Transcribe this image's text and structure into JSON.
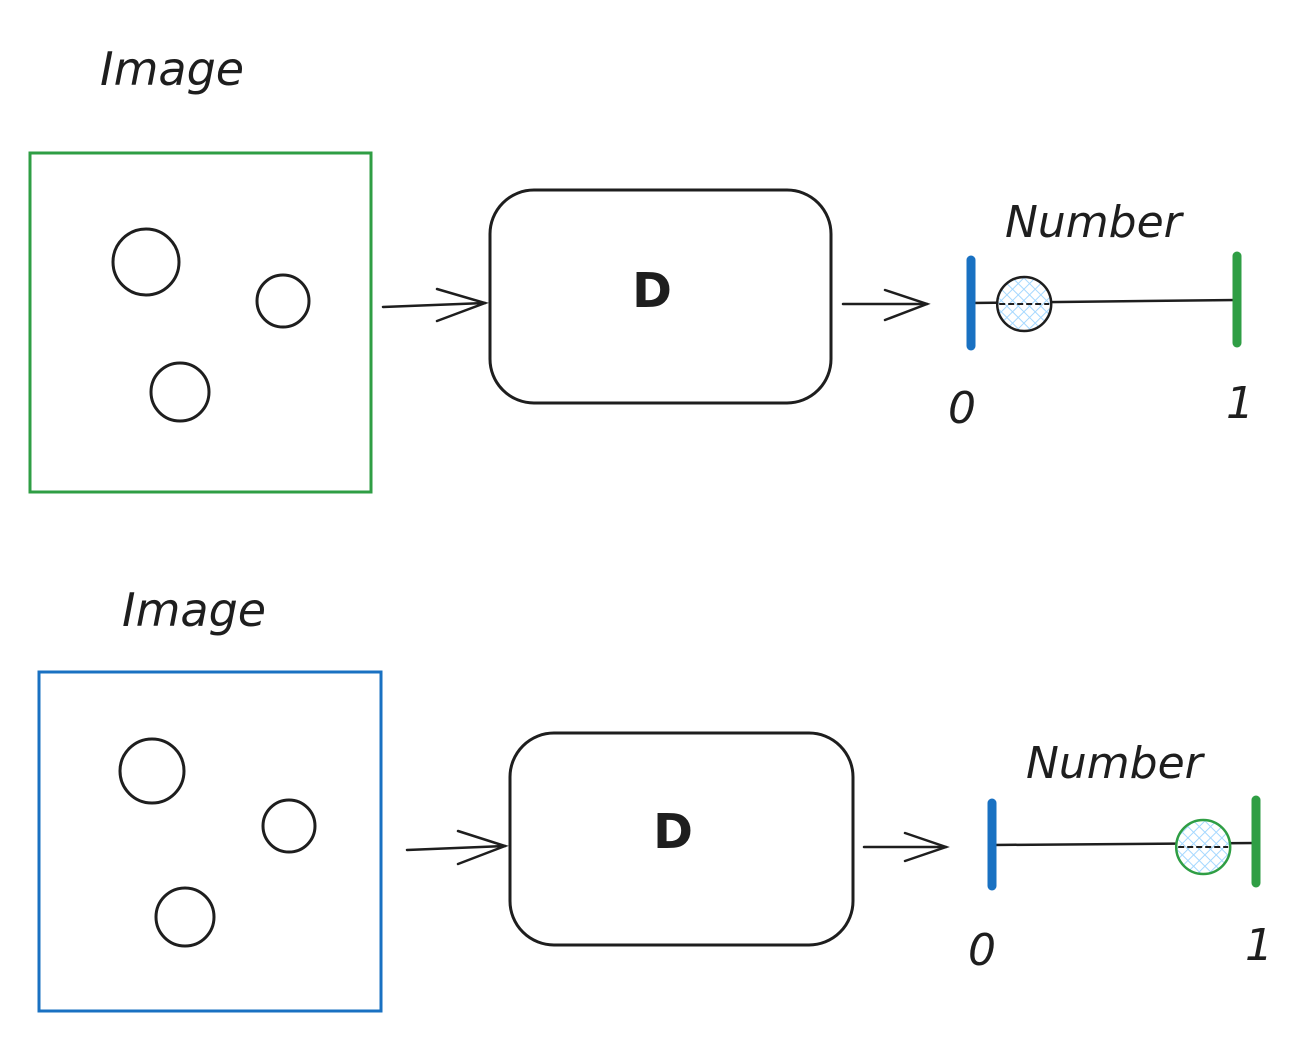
{
  "diagrams": [
    {
      "image_label": "Image",
      "image_frame_color": "#2f9e44",
      "model_label": "D",
      "output_label": "Number",
      "scale_min_label": "0",
      "scale_max_label": "1",
      "scale_min_color": "#1971c2",
      "scale_max_color": "#2f9e44",
      "marker_value": 0.2,
      "marker_outline_color": "#1e1e1e"
    },
    {
      "image_label": "Image",
      "image_frame_color": "#1971c2",
      "model_label": "D",
      "output_label": "Number",
      "scale_min_label": "0",
      "scale_max_label": "1",
      "scale_min_color": "#1971c2",
      "scale_max_color": "#2f9e44",
      "marker_value": 0.8,
      "marker_outline_color": "#2f9e44"
    }
  ],
  "colors": {
    "ink": "#1e1e1e",
    "marker_fill": "#a5d8ff"
  }
}
